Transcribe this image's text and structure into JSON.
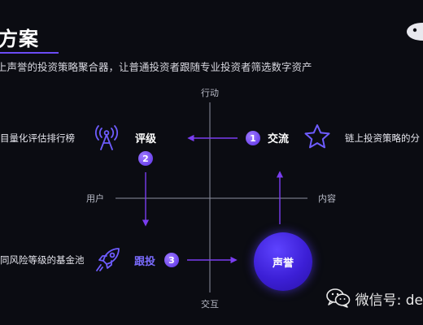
{
  "header": {
    "title": "方案",
    "subtitle": "上声誉的投资策略聚合器，让普通投资者跟随专业投资者筛选数字资产"
  },
  "axes": {
    "top": "行动",
    "bottom": "交互",
    "left": "用户",
    "right": "内容"
  },
  "quadrants": {
    "top_left": {
      "label": "评级",
      "number": "2",
      "description": "目量化评估排行榜"
    },
    "top_right": {
      "label": "交流",
      "number": "1",
      "description": "链上投资策略的分"
    },
    "bottom_left": {
      "label": "跟投",
      "number": "3",
      "description": "同风险等级的基金池"
    },
    "bottom_right": {
      "label": "声誉"
    }
  },
  "watermark": {
    "text": "微信号: de"
  },
  "colors": {
    "accent": "#6b4cf5",
    "arrow": "#7a3df0",
    "axis": "#8c8fa0"
  },
  "icons": [
    "antenna-icon",
    "star-icon",
    "rocket-icon",
    "wechat-icon",
    "corner-logo-icon"
  ]
}
